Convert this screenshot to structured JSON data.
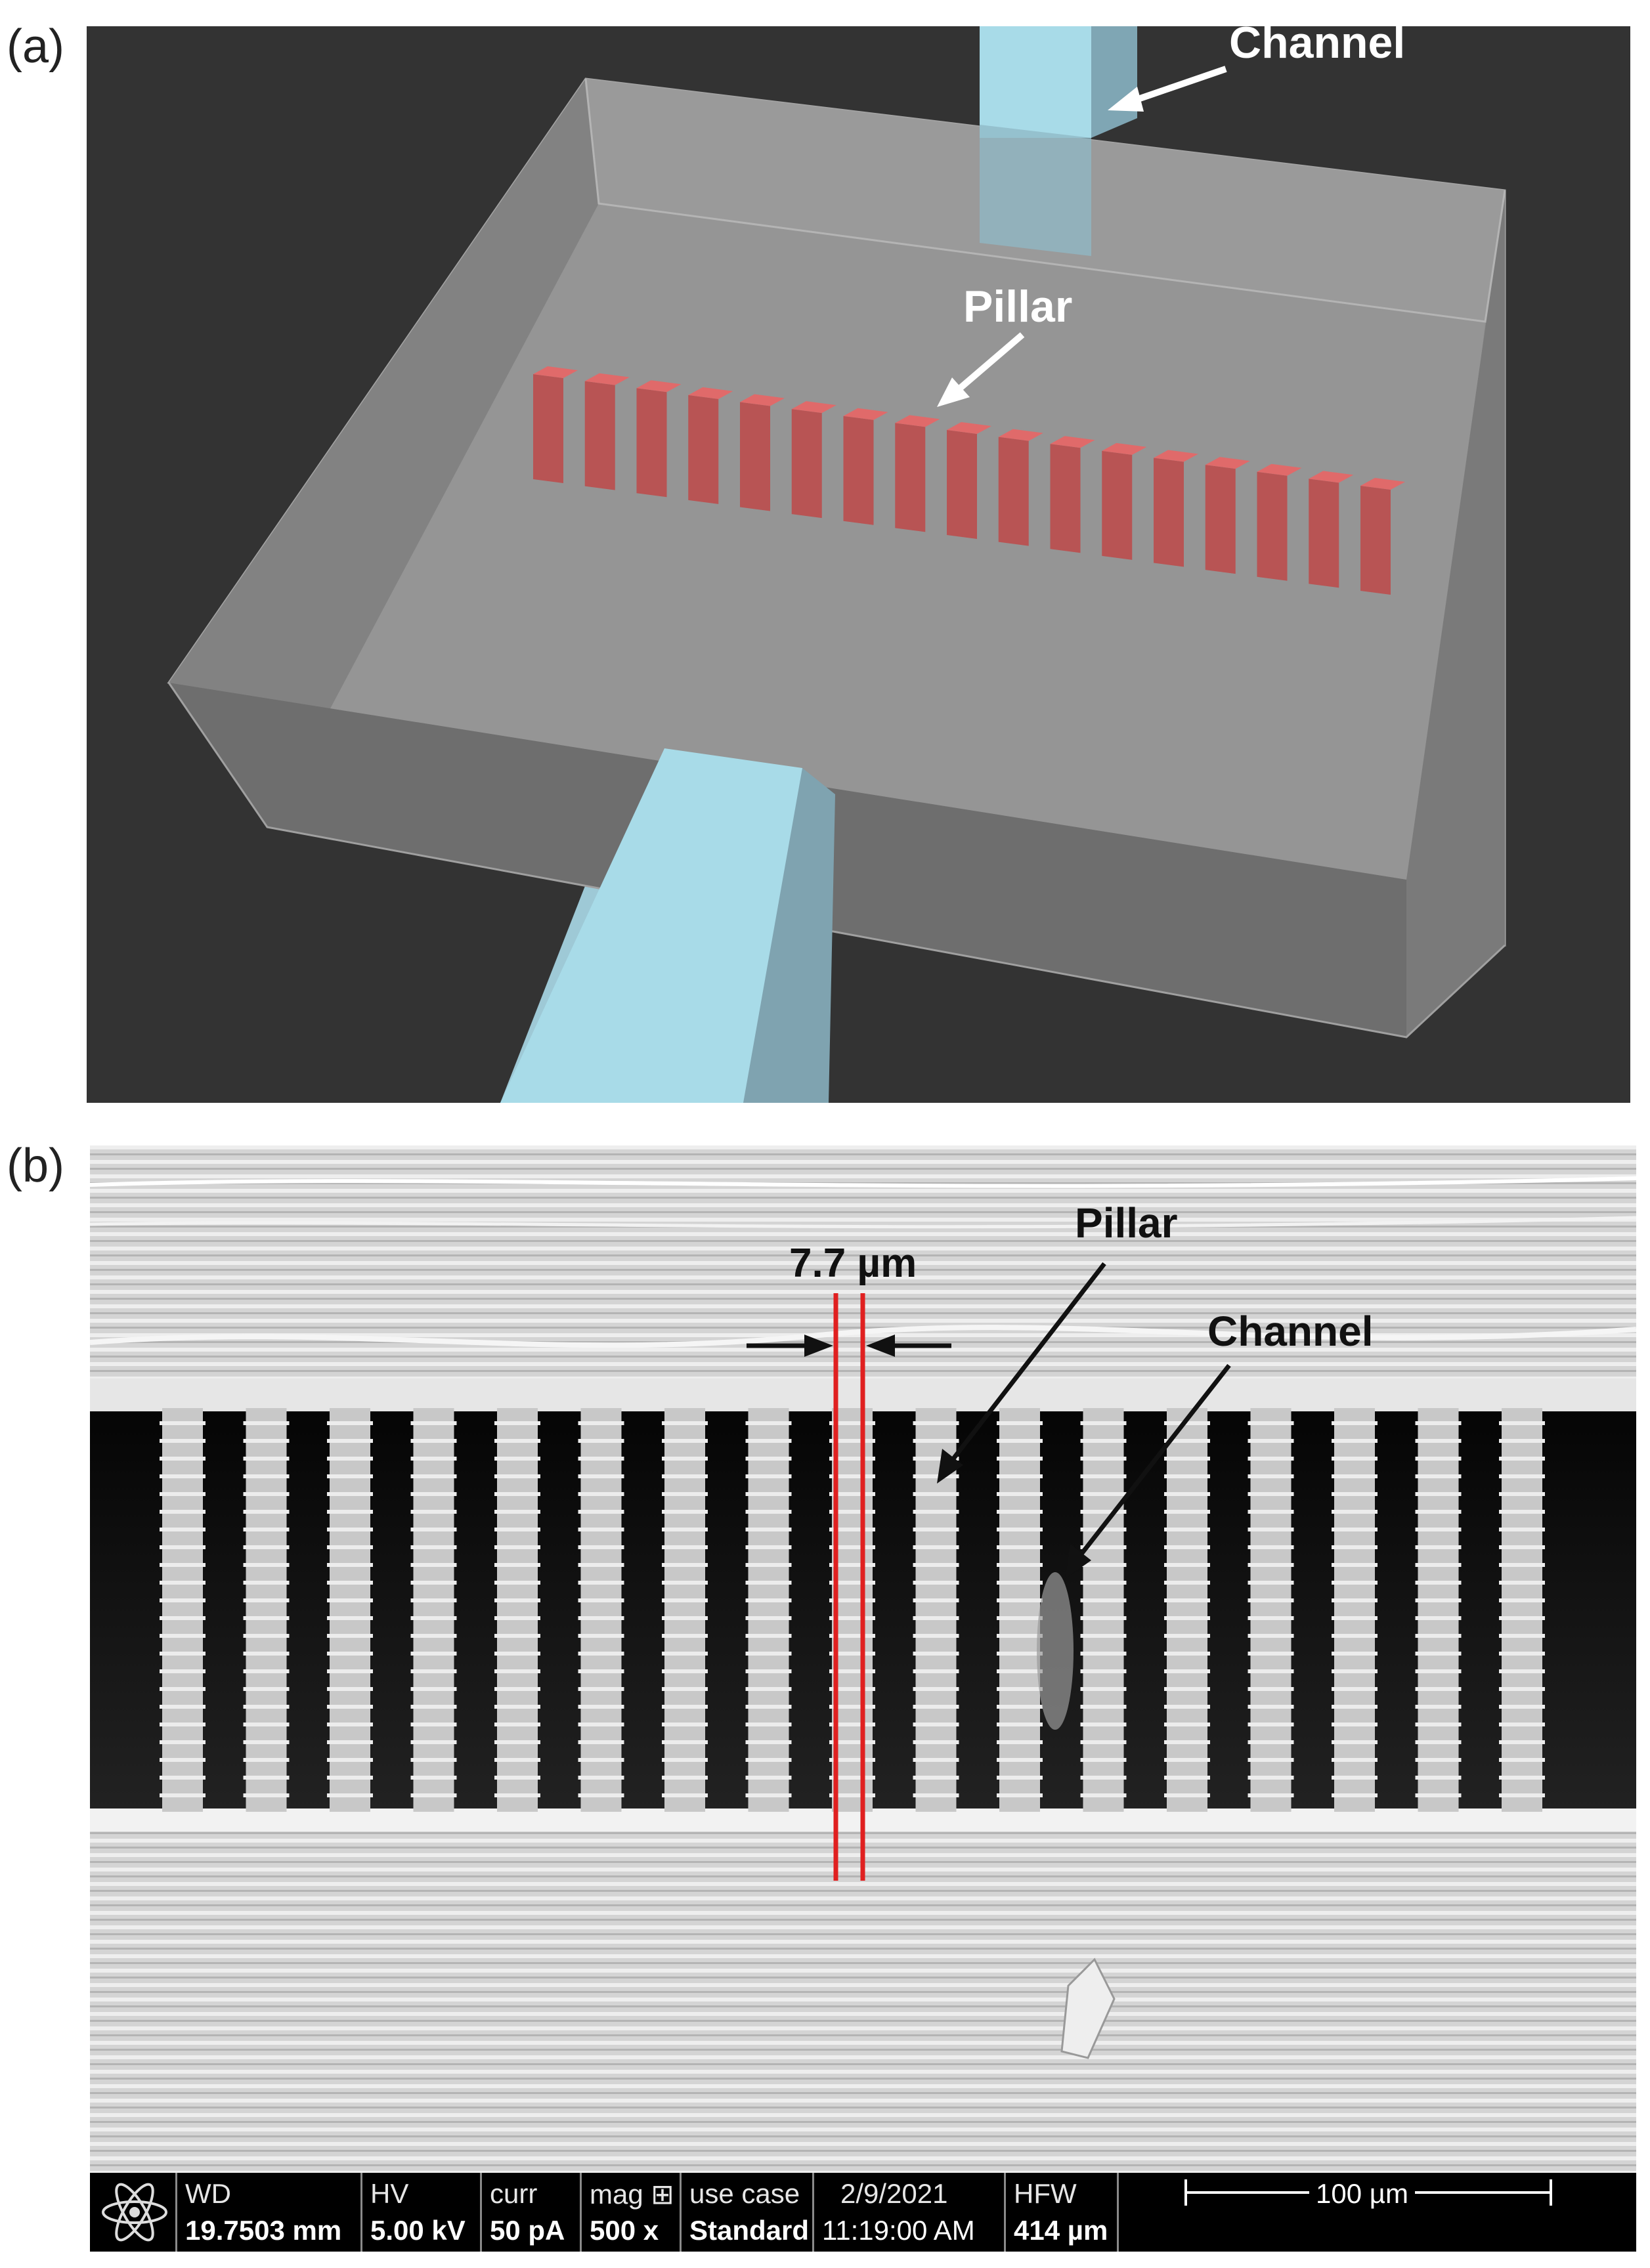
{
  "panel_a": {
    "label": "(a)",
    "annotations": {
      "channel": "Channel",
      "pillar": "Pillar"
    },
    "pillar_count": 17,
    "colors": {
      "background": "#333333",
      "chamber": "#8c8c8c",
      "pillar": "#d06060",
      "channel": "#a8dbe8"
    }
  },
  "panel_b": {
    "label": "(b)",
    "annotations": {
      "pillar": "Pillar",
      "channel": "Channel",
      "width_measure": "7.7 µm"
    },
    "colors": {
      "marker_lines": "#e02020"
    },
    "info_bar": {
      "logo_icon": "atom-icon",
      "fields": [
        {
          "key": "WD",
          "value": "19.7503 mm"
        },
        {
          "key": "HV",
          "value": "5.00 kV"
        },
        {
          "key": "curr",
          "value": "50 pA"
        },
        {
          "key": "mag ⊞",
          "value": "500 x"
        },
        {
          "key": "use case",
          "value": "Standard"
        },
        {
          "key": "2/9/2021",
          "value": "11:19:00 AM"
        },
        {
          "key": "HFW",
          "value": "414 µm"
        }
      ],
      "scale_bar_label": "100 µm"
    }
  }
}
